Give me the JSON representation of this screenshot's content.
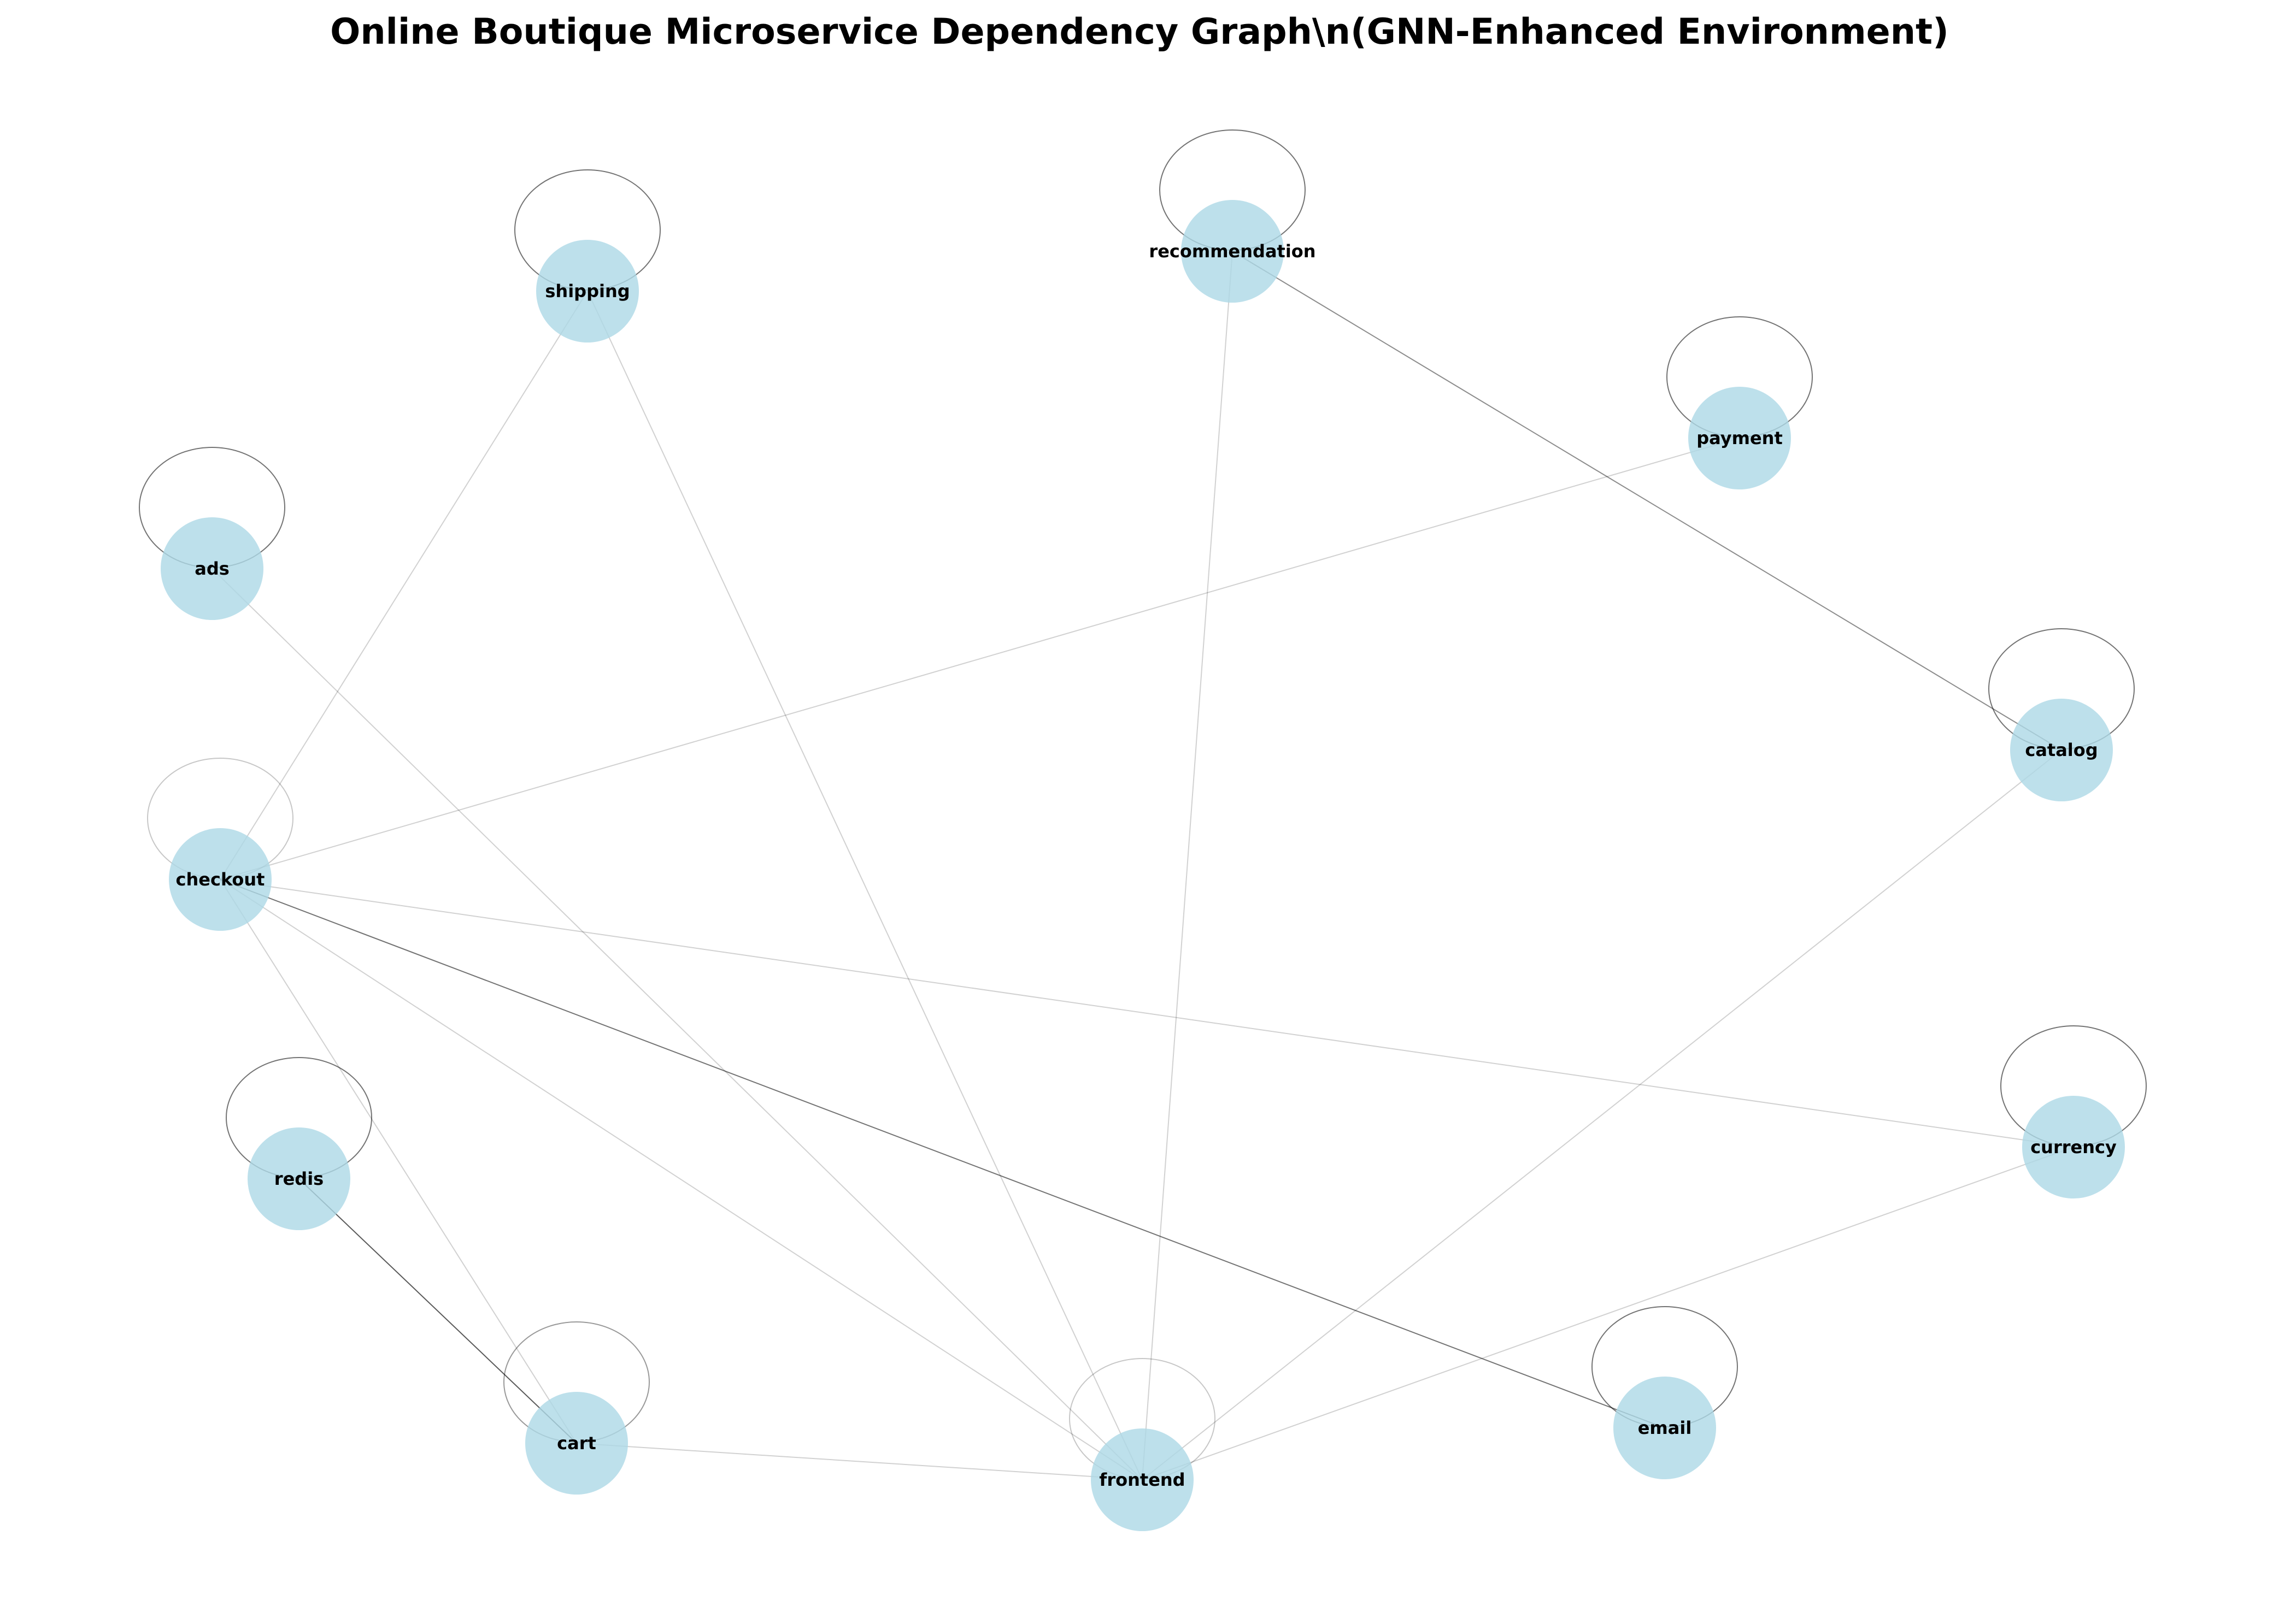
{
  "diagram": {
    "title_line": "Online Boutique Microservice Dependency Graph\\n(GNN-Enhanced Environment)",
    "node_color": "#add8e6",
    "edge_color": "#000000",
    "nodes": [
      {
        "id": "shipping",
        "label": "shipping"
      },
      {
        "id": "recommendation",
        "label": "recommendation"
      },
      {
        "id": "payment",
        "label": "payment"
      },
      {
        "id": "ads",
        "label": "ads"
      },
      {
        "id": "catalog",
        "label": "catalog"
      },
      {
        "id": "checkout",
        "label": "checkout"
      },
      {
        "id": "currency",
        "label": "currency"
      },
      {
        "id": "redis",
        "label": "redis"
      },
      {
        "id": "cart",
        "label": "cart"
      },
      {
        "id": "frontend",
        "label": "frontend"
      },
      {
        "id": "email",
        "label": "email"
      }
    ],
    "edges": [
      {
        "source": "shipping",
        "target": "checkout"
      },
      {
        "source": "shipping",
        "target": "frontend"
      },
      {
        "source": "recommendation",
        "target": "frontend"
      },
      {
        "source": "recommendation",
        "target": "catalog"
      },
      {
        "source": "payment",
        "target": "checkout"
      },
      {
        "source": "ads",
        "target": "frontend"
      },
      {
        "source": "catalog",
        "target": "frontend"
      },
      {
        "source": "checkout",
        "target": "currency"
      },
      {
        "source": "checkout",
        "target": "email"
      },
      {
        "source": "checkout",
        "target": "frontend"
      },
      {
        "source": "checkout",
        "target": "cart"
      },
      {
        "source": "currency",
        "target": "frontend"
      },
      {
        "source": "redis",
        "target": "cart"
      },
      {
        "source": "cart",
        "target": "frontend"
      }
    ],
    "self_loops": [
      "shipping",
      "recommendation",
      "payment",
      "ads",
      "catalog",
      "checkout",
      "currency",
      "redis",
      "cart",
      "frontend",
      "email"
    ]
  }
}
